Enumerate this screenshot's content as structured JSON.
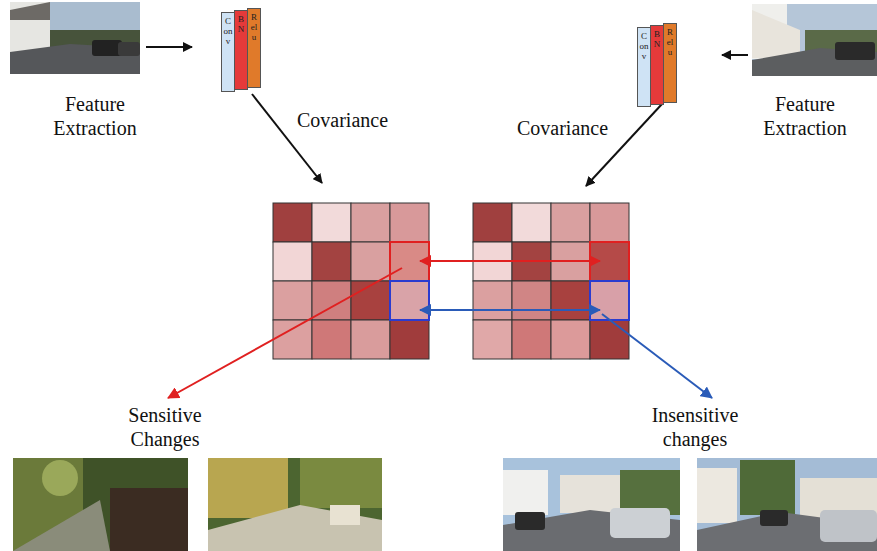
{
  "diagram": {
    "nodes": [
      {
        "text": [
          "Conv"
        ]
      },
      {
        "text": [
          "BN"
        ]
      },
      {
        "text": [
          "Relu"
        ]
      },
      {
        "text": [
          "Conv"
        ]
      },
      {
        "text": [
          "BN"
        ]
      },
      {
        "text": [
          "Relu"
        ]
      }
    ],
    "labels": [
      "Feature Extraction",
      "Covariance",
      "Feature Extraction",
      "Covariance",
      "Sensitive Changes",
      "Insensitive changes"
    ]
  }
}
